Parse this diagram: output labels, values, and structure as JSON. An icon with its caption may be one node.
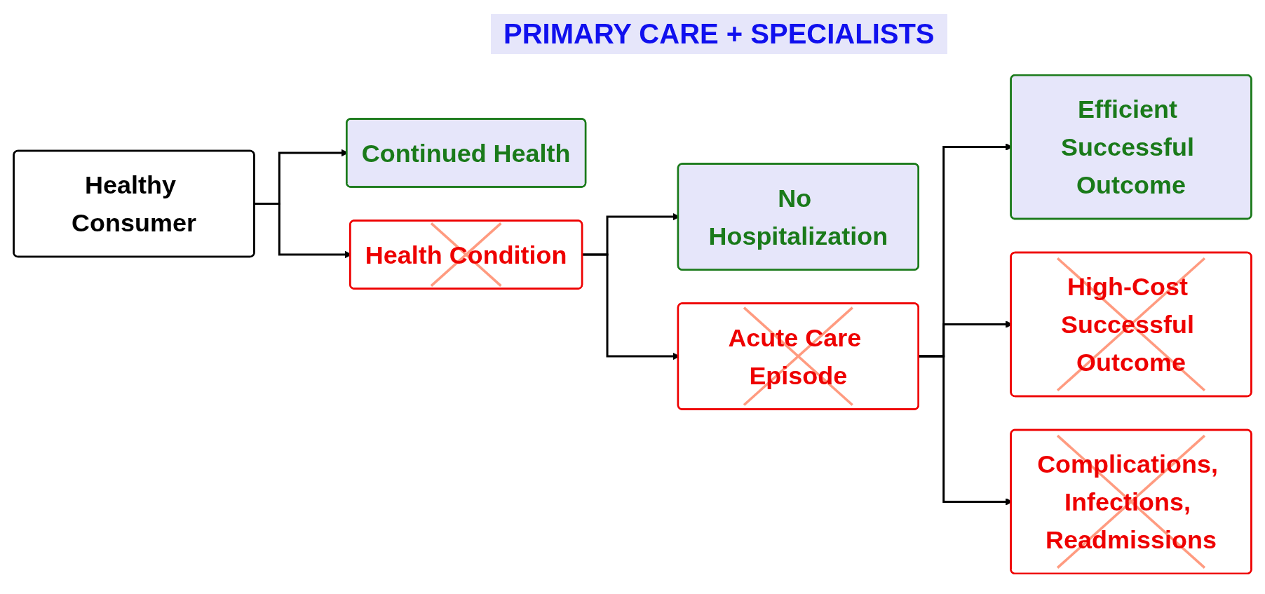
{
  "diagram": {
    "nodes": [
      {
        "text": [
          "Healthy Consumer"
        ]
      },
      {
        "text": [
          "Continued Health"
        ]
      },
      {
        "text": [
          "Health Condition"
        ]
      },
      {
        "text": [
          "No Hospitalization"
        ]
      },
      {
        "text": [
          "Acute Care Episode"
        ]
      },
      {
        "text": [
          "Efficient Successful Outcome"
        ]
      },
      {
        "text": [
          "High-Cost Successful Outcome"
        ]
      },
      {
        "text": [
          "Complications, Infections, Readmissions"
        ]
      }
    ],
    "edges": [
      {
        "from": 0,
        "to": 1,
        "arrow": "to"
      },
      {
        "from": 0,
        "to": 2,
        "arrow": "to"
      },
      {
        "from": 2,
        "to": 3,
        "arrow": "to"
      },
      {
        "from": 2,
        "to": 4,
        "arrow": "to"
      },
      {
        "from": 4,
        "to": 5,
        "arrow": "to"
      },
      {
        "from": 4,
        "to": 6,
        "arrow": "to"
      },
      {
        "from": 4,
        "to": 7,
        "arrow": "to"
      }
    ],
    "labels": [
      "PRIMARY CARE + SPECIALISTS"
    ]
  }
}
